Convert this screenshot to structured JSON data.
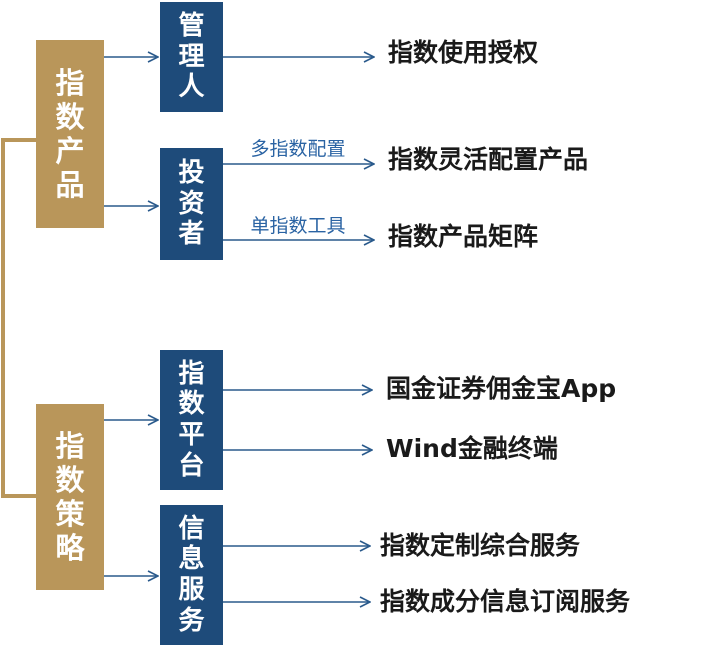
{
  "colors": {
    "gold": "#b9965a",
    "navy": "#1e4b7a",
    "arrow": "#2a5a8c",
    "label_blue": "#2a63a3"
  },
  "categories": {
    "products": "指数产品",
    "strategy": "指数策略"
  },
  "roles": {
    "manager": "管理人",
    "investor": "投资者",
    "platform": "指数平台",
    "info_service": "信息服务"
  },
  "edge_labels": {
    "multi_index": "多指数配置",
    "single_index": "单指数工具"
  },
  "targets": {
    "license": "指数使用授权",
    "flexible_products": "指数灵活配置产品",
    "product_matrix": "指数产品矩阵",
    "guojin_app": "国金证券佣金宝App",
    "wind": "Wind金融终端",
    "custom_service": "指数定制综合服务",
    "constituent_subscription": "指数成分信息订阅服务"
  }
}
